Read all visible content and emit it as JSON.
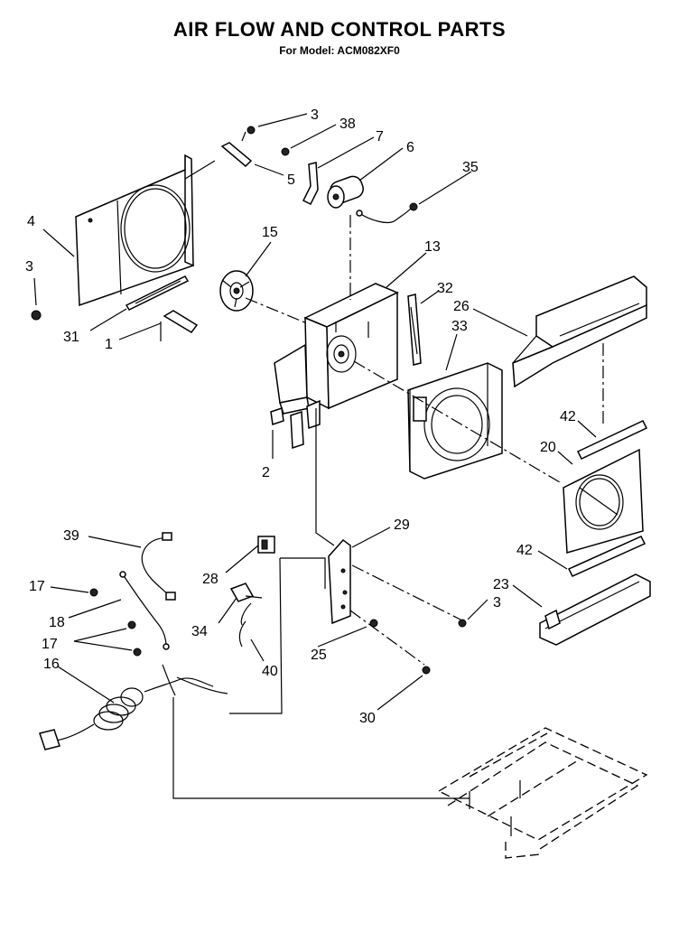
{
  "header": {
    "title": "AIR FLOW AND CONTROL PARTS",
    "subtitle": "For Model: ACM082XF0"
  },
  "callouts": [
    {
      "id": "c3a",
      "text": "3"
    },
    {
      "id": "c38",
      "text": "38"
    },
    {
      "id": "c7",
      "text": "7"
    },
    {
      "id": "c6",
      "text": "6"
    },
    {
      "id": "c35",
      "text": "35"
    },
    {
      "id": "c5",
      "text": "5"
    },
    {
      "id": "c4",
      "text": "4"
    },
    {
      "id": "c3b",
      "text": "3"
    },
    {
      "id": "c15",
      "text": "15"
    },
    {
      "id": "c13",
      "text": "13"
    },
    {
      "id": "c32",
      "text": "32"
    },
    {
      "id": "c26",
      "text": "26"
    },
    {
      "id": "c33",
      "text": "33"
    },
    {
      "id": "c31",
      "text": "31"
    },
    {
      "id": "c1",
      "text": "1"
    },
    {
      "id": "c42a",
      "text": "42"
    },
    {
      "id": "c20",
      "text": "20"
    },
    {
      "id": "c2",
      "text": "2"
    },
    {
      "id": "c39",
      "text": "39"
    },
    {
      "id": "c29",
      "text": "29"
    },
    {
      "id": "c42b",
      "text": "42"
    },
    {
      "id": "c17a",
      "text": "17"
    },
    {
      "id": "c28",
      "text": "28"
    },
    {
      "id": "c23",
      "text": "23"
    },
    {
      "id": "c18",
      "text": "18"
    },
    {
      "id": "c3c",
      "text": "3"
    },
    {
      "id": "c34",
      "text": "34"
    },
    {
      "id": "c17b",
      "text": "17"
    },
    {
      "id": "c25",
      "text": "25"
    },
    {
      "id": "c16",
      "text": "16"
    },
    {
      "id": "c40",
      "text": "40"
    },
    {
      "id": "c30",
      "text": "30"
    }
  ]
}
